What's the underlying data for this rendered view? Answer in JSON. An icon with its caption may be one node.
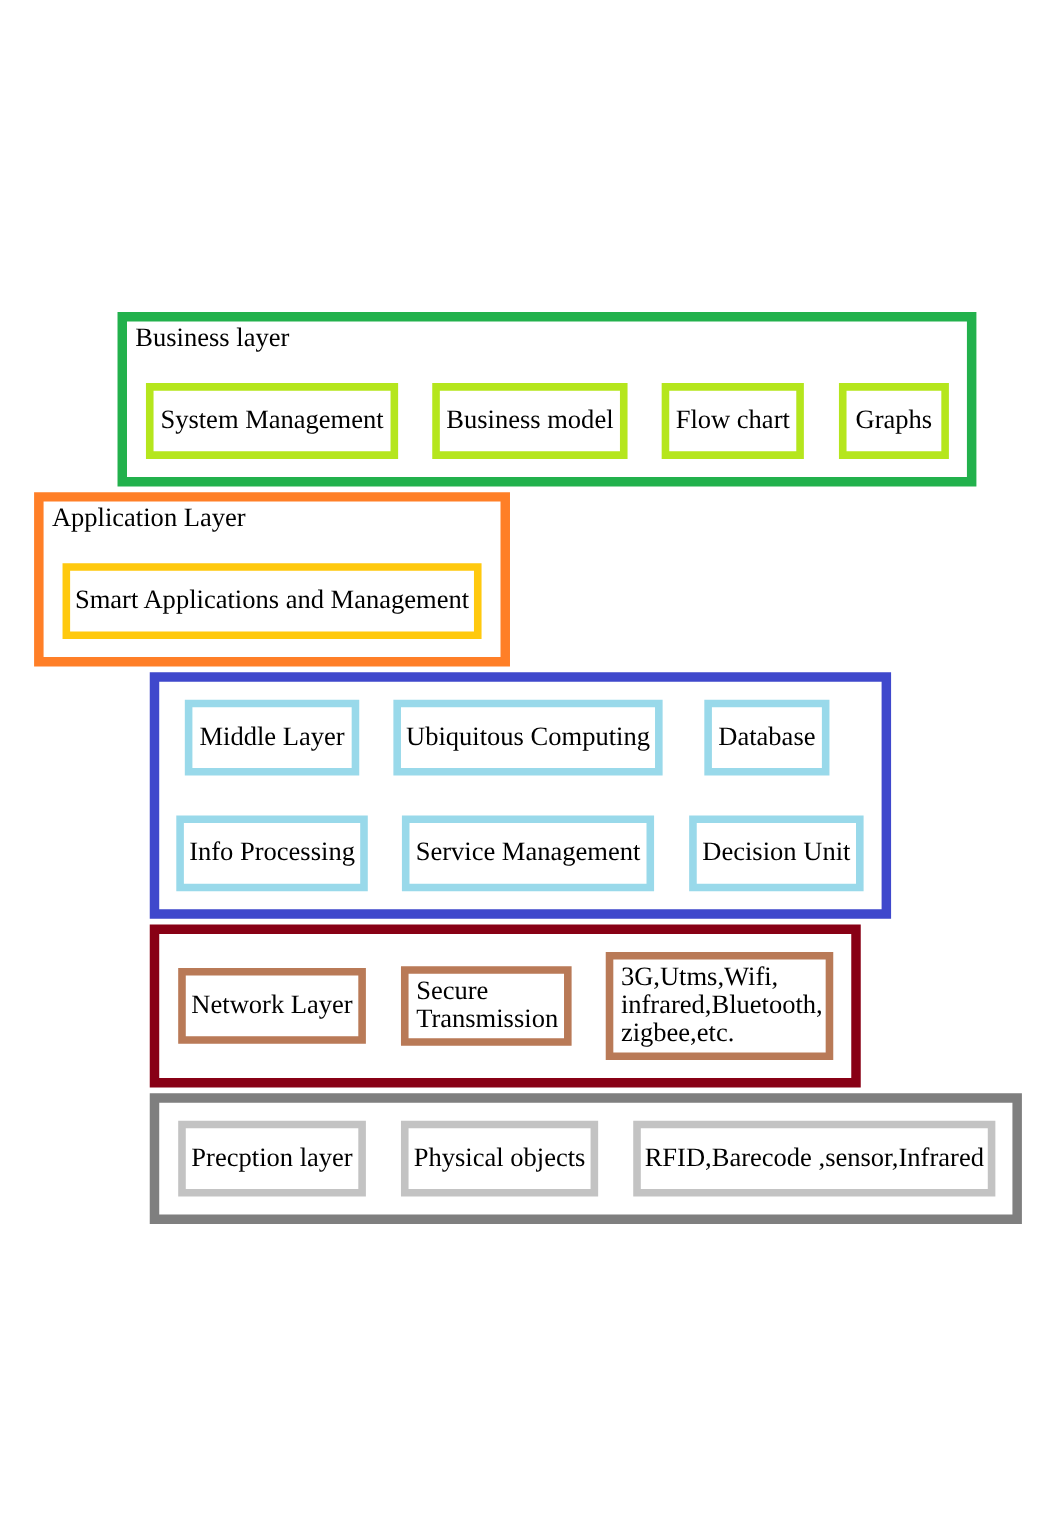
{
  "diagram": {
    "nodes": [
      {
        "text": [
          "Business layer"
        ]
      },
      {
        "text": [
          "System Management"
        ],
        "in": 0
      },
      {
        "text": [
          "Business model"
        ],
        "in": 0
      },
      {
        "text": [
          "Flow chart"
        ],
        "in": 0
      },
      {
        "text": [
          "Graphs"
        ],
        "in": 0
      },
      {
        "text": [
          "Application Layer"
        ]
      },
      {
        "text": [
          "Smart Applications and Management"
        ],
        "in": 5
      },
      {
        "text": [],
        "shape": "box"
      },
      {
        "text": [
          "Middle Layer"
        ],
        "in": 7
      },
      {
        "text": [
          "Ubiquitous Computing"
        ],
        "in": 7
      },
      {
        "text": [
          "Database"
        ],
        "in": 7
      },
      {
        "text": [
          "Info Processing"
        ],
        "in": 7
      },
      {
        "text": [
          "Service Management"
        ],
        "in": 7
      },
      {
        "text": [
          "Decision Unit"
        ],
        "in": 7
      },
      {
        "text": [],
        "shape": "box"
      },
      {
        "text": [
          "Network Layer"
        ],
        "in": 14
      },
      {
        "text": [
          "Secure Transmission"
        ],
        "in": 14
      },
      {
        "text": [
          "3G,Utms,Wifi, infrared,Bluetooth, zigbee,etc."
        ],
        "in": 14
      },
      {
        "text": [],
        "shape": "box"
      },
      {
        "text": [
          "Precption layer"
        ],
        "in": 18
      },
      {
        "text": [
          "Physical objects"
        ],
        "in": 18
      },
      {
        "text": [
          "RFID,Barecode ,sensor,Infrared"
        ],
        "in": 18
      }
    ]
  }
}
